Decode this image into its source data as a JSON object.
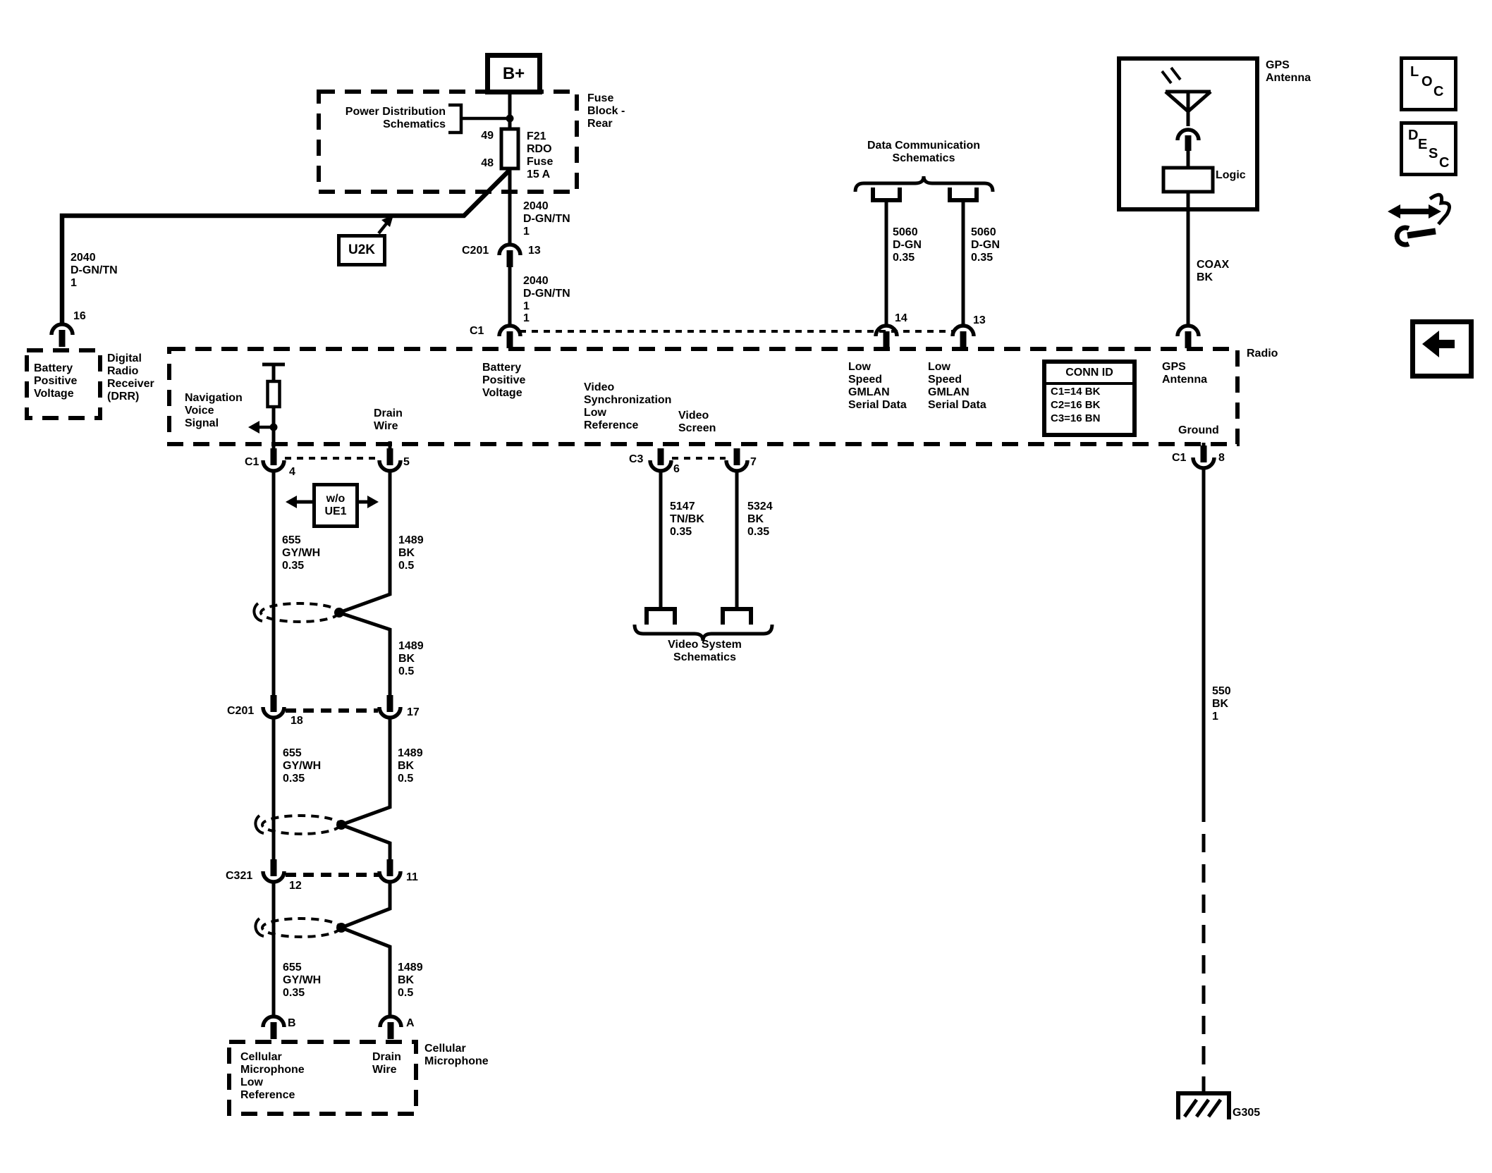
{
  "diagram": {
    "power": {
      "battery_feed": "B+",
      "fuse_block_name": [
        "Fuse",
        "Block -",
        "Rear"
      ],
      "power_distribution_ref": [
        "Power Distribution",
        "Schematics"
      ],
      "fuse_pin_top": "49",
      "fuse_pin_bottom": "48",
      "fuse_name": [
        "F21",
        "RDO",
        "Fuse",
        "15 A"
      ],
      "option_u2k": "U2K"
    },
    "drr": {
      "pin_16": "16",
      "box_label": [
        "Battery",
        "Positive",
        "Voltage"
      ],
      "name": [
        "Digital",
        "Radio",
        "Receiver",
        "(DRR)"
      ]
    },
    "radio": {
      "name": "Radio",
      "battery_positive": [
        "Battery",
        "Positive",
        "Voltage"
      ],
      "nav_voice": [
        "Navigation",
        "Voice",
        "Signal"
      ],
      "drain_wire": [
        "Drain",
        "Wire"
      ],
      "video_sync": [
        "Video",
        "Synchronization",
        "Low",
        "Reference"
      ],
      "video_screen": [
        "Video",
        "Screen"
      ],
      "gmlan_a": [
        "Low",
        "Speed",
        "GMLAN",
        "Serial Data"
      ],
      "gmlan_b": [
        "Low",
        "Speed",
        "GMLAN",
        "Serial Data"
      ],
      "gps_antenna": [
        "GPS",
        "Antenna"
      ],
      "ground": "Ground",
      "conn_id": {
        "title": "CONN ID",
        "rows": [
          "C1=14 BK",
          "C2=16 BK",
          "C3=16 BN"
        ]
      }
    },
    "gps": {
      "name": [
        "GPS",
        "Antenna"
      ],
      "logic": "Logic",
      "coax": [
        "COAX",
        "BK"
      ]
    },
    "refs": {
      "data_comm": [
        "Data Communication",
        "Schematics"
      ],
      "video_system": [
        "Video System",
        "Schematics"
      ]
    },
    "mic": {
      "pin_b": "B",
      "pin_a": "A",
      "low_ref": [
        "Cellular",
        "Microphone",
        "Low",
        "Reference"
      ],
      "drain": [
        "Drain",
        "Wire"
      ],
      "name": [
        "Cellular",
        "Microphone"
      ]
    },
    "wires": {
      "w2040_top": [
        "2040",
        "D-GN/TN",
        "1"
      ],
      "w2040_mid": [
        "2040",
        "D-GN/TN",
        "1"
      ],
      "w2040_left": [
        "2040",
        "D-GN/TN",
        "1"
      ],
      "w5060_a": [
        "5060",
        "D-GN",
        "0.35"
      ],
      "w5060_b": [
        "5060",
        "D-GN",
        "0.35"
      ],
      "w5147": [
        "5147",
        "TN/BK",
        "0.35"
      ],
      "w5324": [
        "5324",
        "BK",
        "0.35"
      ],
      "w655_1": [
        "655",
        "GY/WH",
        "0.35"
      ],
      "w655_2": [
        "655",
        "GY/WH",
        "0.35"
      ],
      "w655_3": [
        "655",
        "GY/WH",
        "0.35"
      ],
      "w1489_1": [
        "1489",
        "BK",
        "0.5"
      ],
      "w1489_2": [
        "1489",
        "BK",
        "0.5"
      ],
      "w1489_3": [
        "1489",
        "BK",
        "0.5"
      ],
      "w1489_4": [
        "1489",
        "BK",
        "0.5"
      ],
      "w550": [
        "550",
        "BK",
        "1"
      ]
    },
    "connectors": {
      "c201": "C201",
      "c1": "C1",
      "c3": "C3",
      "c321": "C321",
      "p1": "1",
      "p13": "13",
      "p13b": "13",
      "p14": "14",
      "p4": "4",
      "p5": "5",
      "p6": "6",
      "p7": "7",
      "p8": "8",
      "p18": "18",
      "p17": "17",
      "p12": "12",
      "p11": "11"
    },
    "ground_ref": "G305",
    "option_wo_ue1": [
      "w/o",
      "UE1"
    ],
    "legend": {
      "loc": [
        "L",
        "O",
        "C"
      ],
      "desc": [
        "D",
        "E",
        "S",
        "C"
      ]
    }
  }
}
